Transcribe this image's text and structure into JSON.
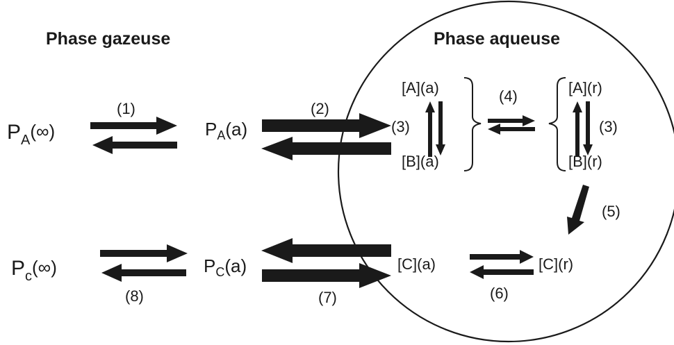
{
  "headings": {
    "gas": "Phase gazeuse",
    "aqueous": "Phase aqueuse"
  },
  "species": {
    "pa_inf_main": "P",
    "pa_inf_sub": "A",
    "pa_inf_tail": "(∞)",
    "pa_a_main": "P",
    "pa_a_sub": "A",
    "pa_a_tail": "(a)",
    "pc_inf_main": "P",
    "pc_inf_sub": "c",
    "pc_inf_tail": "(∞)",
    "pc_a_main": "P",
    "pc_a_sub": "C",
    "pc_a_tail": "(a)",
    "a_a": "[A](a)",
    "b_a": "[B](a)",
    "a_r": "[A](r)",
    "b_r": "[B](r)",
    "c_a": "[C](a)",
    "c_r": "[C](r)"
  },
  "steps": {
    "s1": "(1)",
    "s2": "(2)",
    "s3_left": "(3)",
    "s3_right": "(3)",
    "s4": "(4)",
    "s5": "(5)",
    "s6": "(6)",
    "s7": "(7)",
    "s8": "(8)"
  }
}
